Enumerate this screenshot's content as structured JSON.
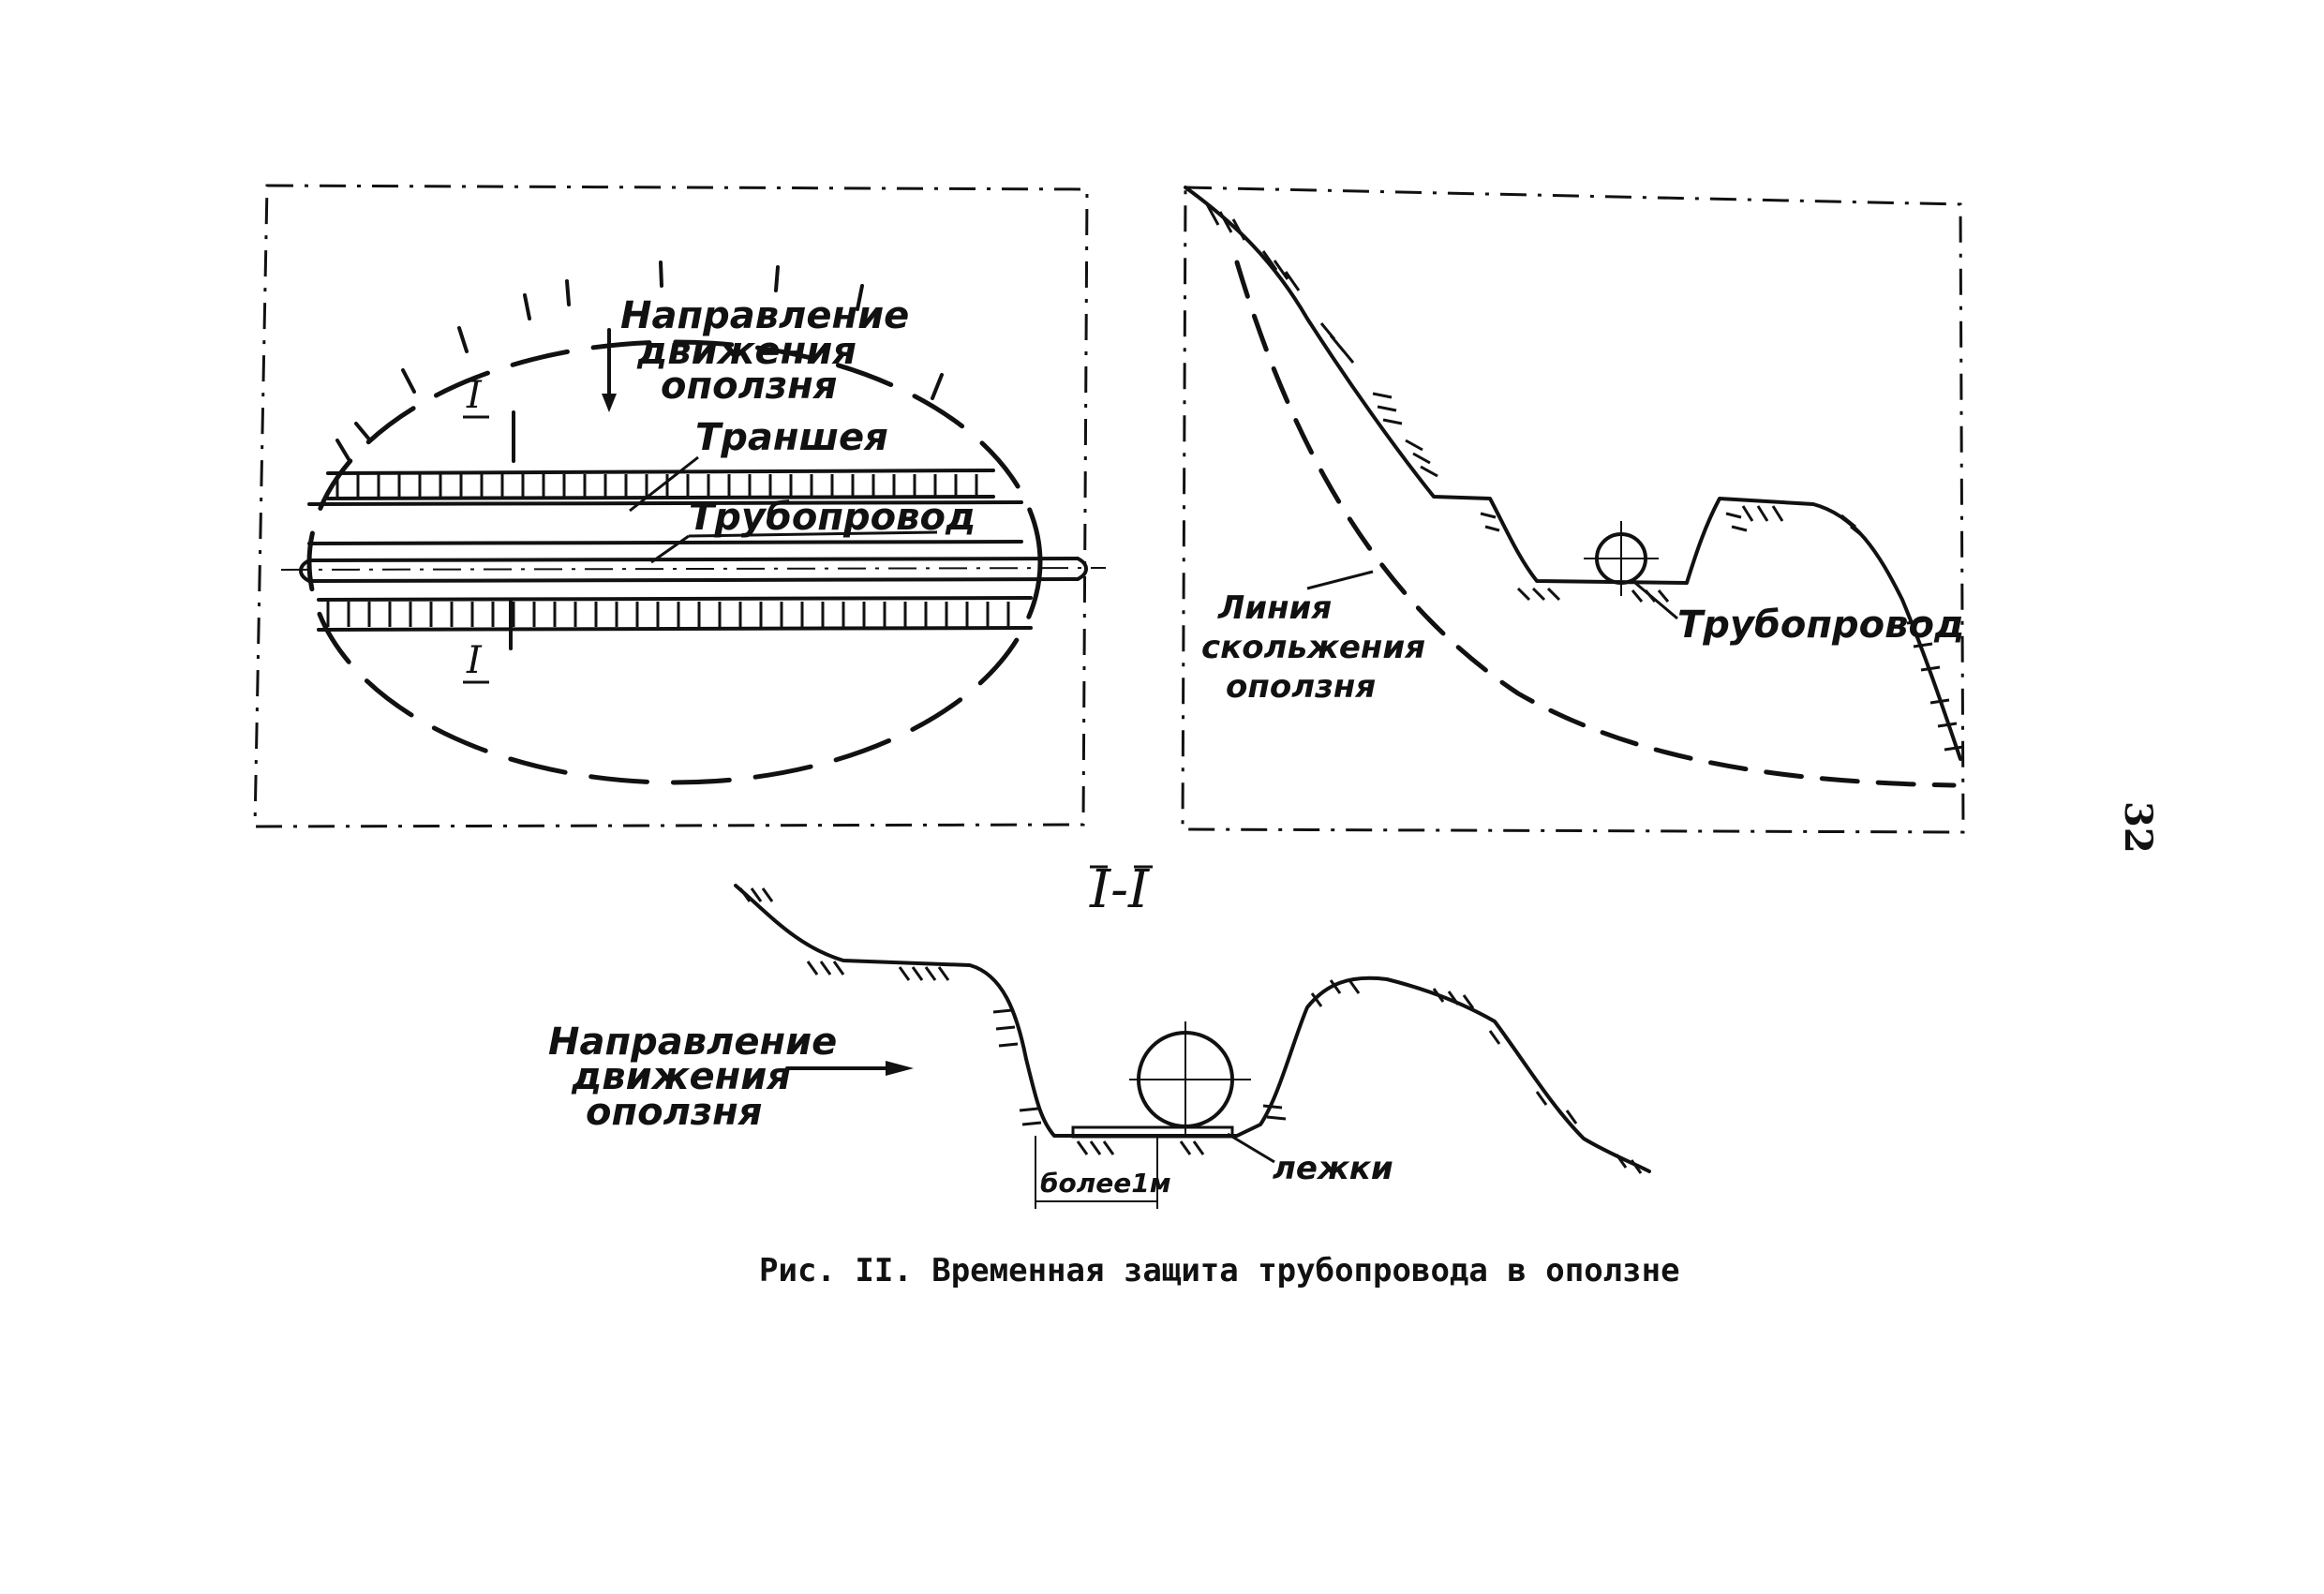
{
  "plan_view": {
    "movement_label": [
      "Направление",
      "движения",
      "оползня"
    ],
    "trench_label": "Траншея",
    "pipeline_label": "Трубопровод",
    "section_mark_top": "I",
    "section_mark_bottom": "I"
  },
  "profile_view": {
    "slip_line_label": [
      "Линия",
      "скольжения",
      "оползня"
    ],
    "pipeline_label": "Трубопровод"
  },
  "section_view": {
    "title": "I-I",
    "movement_label": [
      "Направление",
      "движения",
      "оползня"
    ],
    "supports_label": "лежки",
    "dimension_label": "более1м"
  },
  "caption": "Рис. II. Временная защита трубопровода в оползне",
  "page_number": "32"
}
